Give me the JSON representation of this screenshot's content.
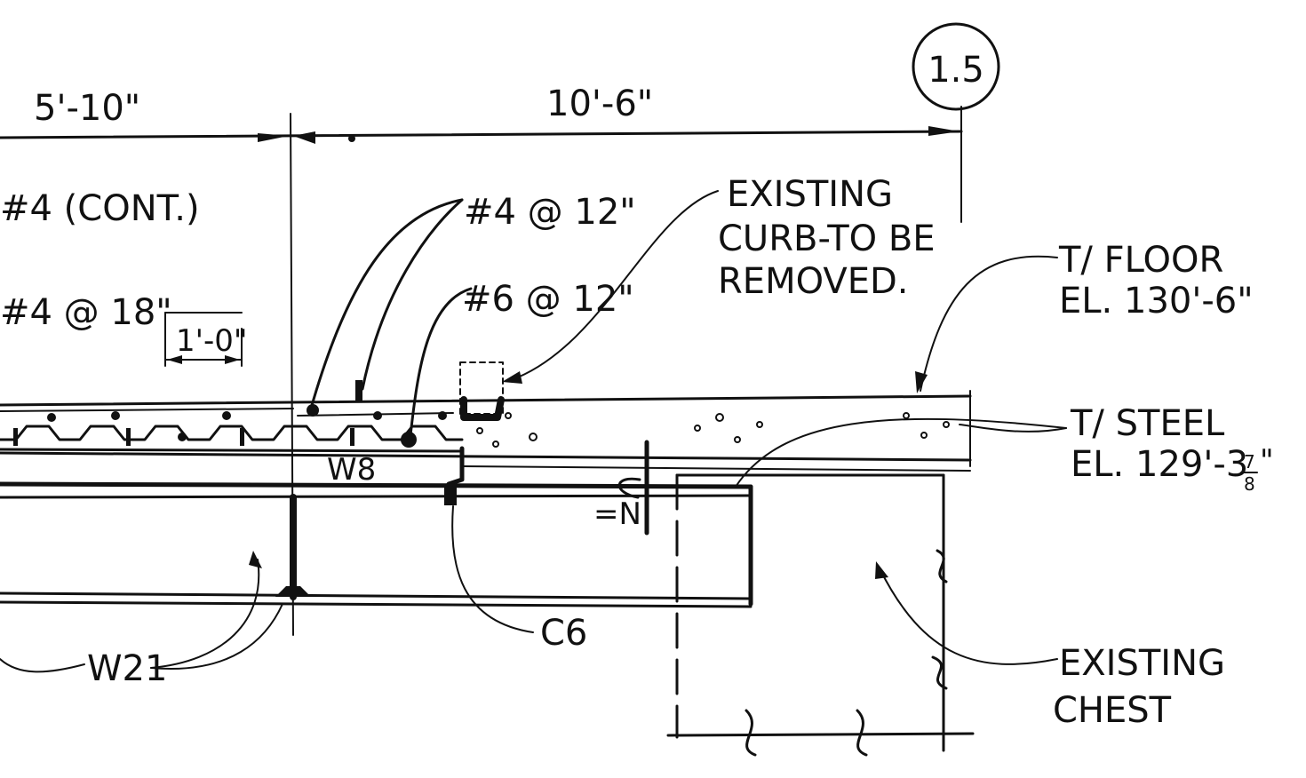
{
  "detail": {
    "grid_bubble": "1.5",
    "dims": {
      "left": "5'-10\"",
      "right": "10'-6\"",
      "spacing": "1'-0\""
    },
    "rebar": {
      "cont": "#4 (CONT.)",
      "r18": "#4 @ 18\"",
      "r12_top": "#4 @ 12\"",
      "r6_12": "#6 @ 12\""
    },
    "notes": {
      "curb_line1": "EXISTING",
      "curb_line2": "CURB-TO BE",
      "curb_line3": "REMOVED.",
      "floor_line1": "T/ FLOOR",
      "floor_line2": "EL. 130'-6\"",
      "steel_line1": "T/ STEEL",
      "steel_line2": "EL. 129'-3",
      "steel_frac_num": "7",
      "steel_frac_den": "8",
      "steel_suffix": "\"",
      "chest_line1": "EXISTING",
      "chest_line2": "CHEST"
    },
    "members": {
      "w8": "W8",
      "w21": "W21",
      "c6": "C6",
      "weld_mark": "=N"
    }
  }
}
